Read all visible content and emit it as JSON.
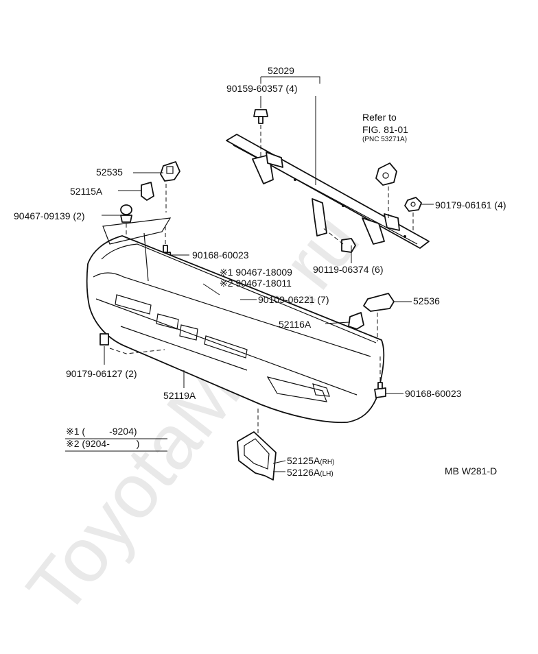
{
  "labels": {
    "reinforcement": "52029",
    "bolt_60357": "90159-60357 (4)",
    "refer_to": "Refer to",
    "fig_ref": "FIG. 81-01",
    "pnc_ref": "(PNC 53271A)",
    "bracket_52535": "52535",
    "retainer_52115a": "52115A",
    "clip_09139": "90467-09139 (2)",
    "nut_06161": "90179-06161 (4)",
    "bolt_60023_left": "90168-60023",
    "bolt_06374": "90119-06374 (6)",
    "clip_18009": "※1 90467-18009",
    "clip_18011": "※2 90467-18011",
    "screw_06221": "90109-06221 (7)",
    "bracket_52536": "52536",
    "retainer_52116a": "52116A",
    "nut_06127": "90179-06127 (2)",
    "bumper_cover": "52119A",
    "bolt_60023_right": "90168-60023",
    "note1": "※1 (         -9204)",
    "note2": "※2 (9204-          )",
    "extension_rh_num": "52125A",
    "extension_rh_tag": "(RH)",
    "extension_lh_num": "52126A",
    "extension_lh_tag": "(LH)",
    "drawing_code": "MB W281-D",
    "watermark": "ToyotaMine.ru"
  }
}
